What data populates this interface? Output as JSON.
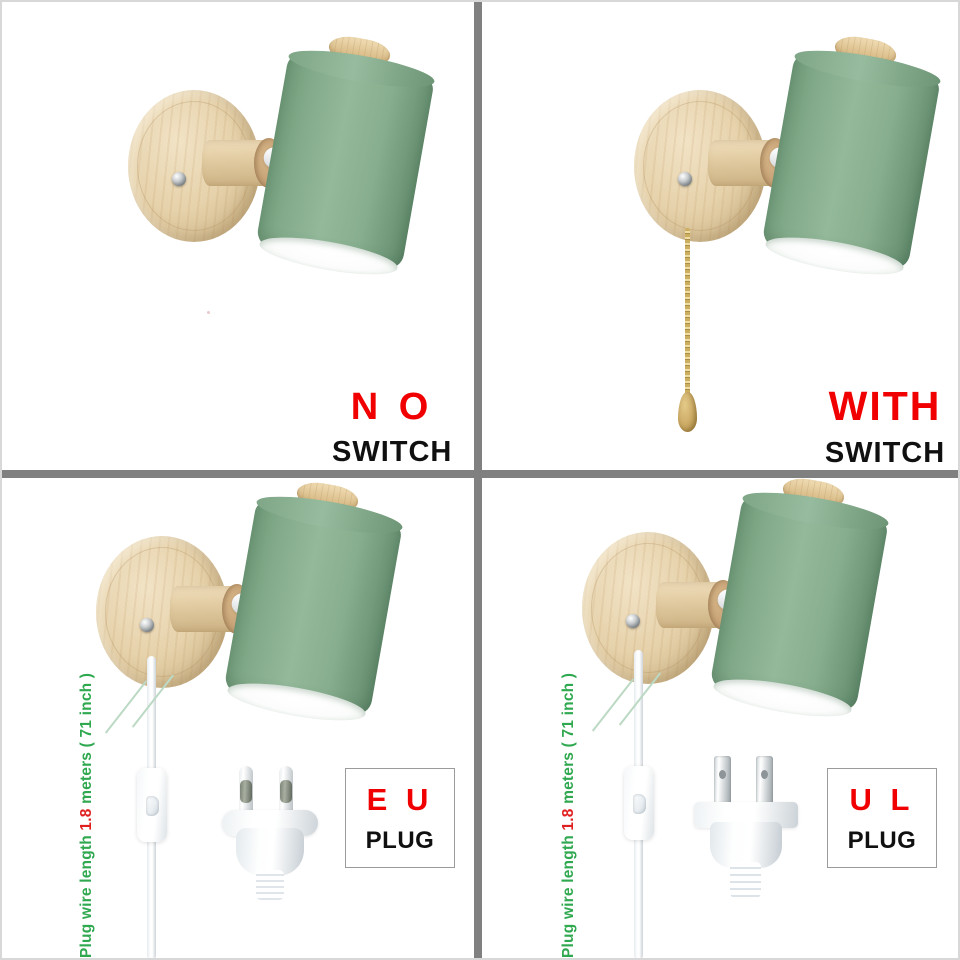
{
  "image": {
    "title": "Wall Lamp Variant Grid",
    "background": "#ffffff",
    "divider_color": "#808080",
    "grid": {
      "rows": 2,
      "columns": 2
    }
  },
  "product": {
    "name": "Nordic wooden wall sconce",
    "shade_color_name": "sage green",
    "shade_color": "#83ab8b",
    "wood_color": "#e3cfa8",
    "arm_color": "#ffffff",
    "chain_color": "#cbae5e"
  },
  "panels": [
    {
      "id": "panel-no-switch",
      "position": "top-left",
      "variant": "no-switch",
      "has_pull_chain": false,
      "has_cord": false,
      "label": {
        "primary": "N O",
        "secondary": "SWITCH",
        "primary_color": "#f00000",
        "secondary_color": "#101010"
      }
    },
    {
      "id": "panel-with-switch",
      "position": "top-right",
      "variant": "with-switch",
      "has_pull_chain": true,
      "has_cord": false,
      "label": {
        "primary": "WITH",
        "secondary": "SWITCH",
        "primary_color": "#f00000",
        "secondary_color": "#101010"
      }
    },
    {
      "id": "panel-eu-plug",
      "position": "bottom-left",
      "variant": "eu-plug",
      "has_pull_chain": false,
      "has_cord": true,
      "label": {
        "primary": "E U",
        "secondary": "PLUG",
        "primary_color": "#f00000",
        "secondary_color": "#101010"
      },
      "wire_note": {
        "prefix": "Plug wire length ",
        "highlight": "1.8",
        "suffix": " meters ( 71 inch )",
        "color": "#2fa84f",
        "highlight_color": "#e02020"
      }
    },
    {
      "id": "panel-ul-plug",
      "position": "bottom-right",
      "variant": "ul-plug",
      "has_pull_chain": false,
      "has_cord": true,
      "label": {
        "primary": "U L",
        "secondary": "PLUG",
        "primary_color": "#f00000",
        "secondary_color": "#101010"
      },
      "wire_note": {
        "prefix": "Plug wire length ",
        "highlight": "1.8",
        "suffix": " meters ( 71 inch )",
        "color": "#2fa84f",
        "highlight_color": "#e02020"
      }
    }
  ]
}
